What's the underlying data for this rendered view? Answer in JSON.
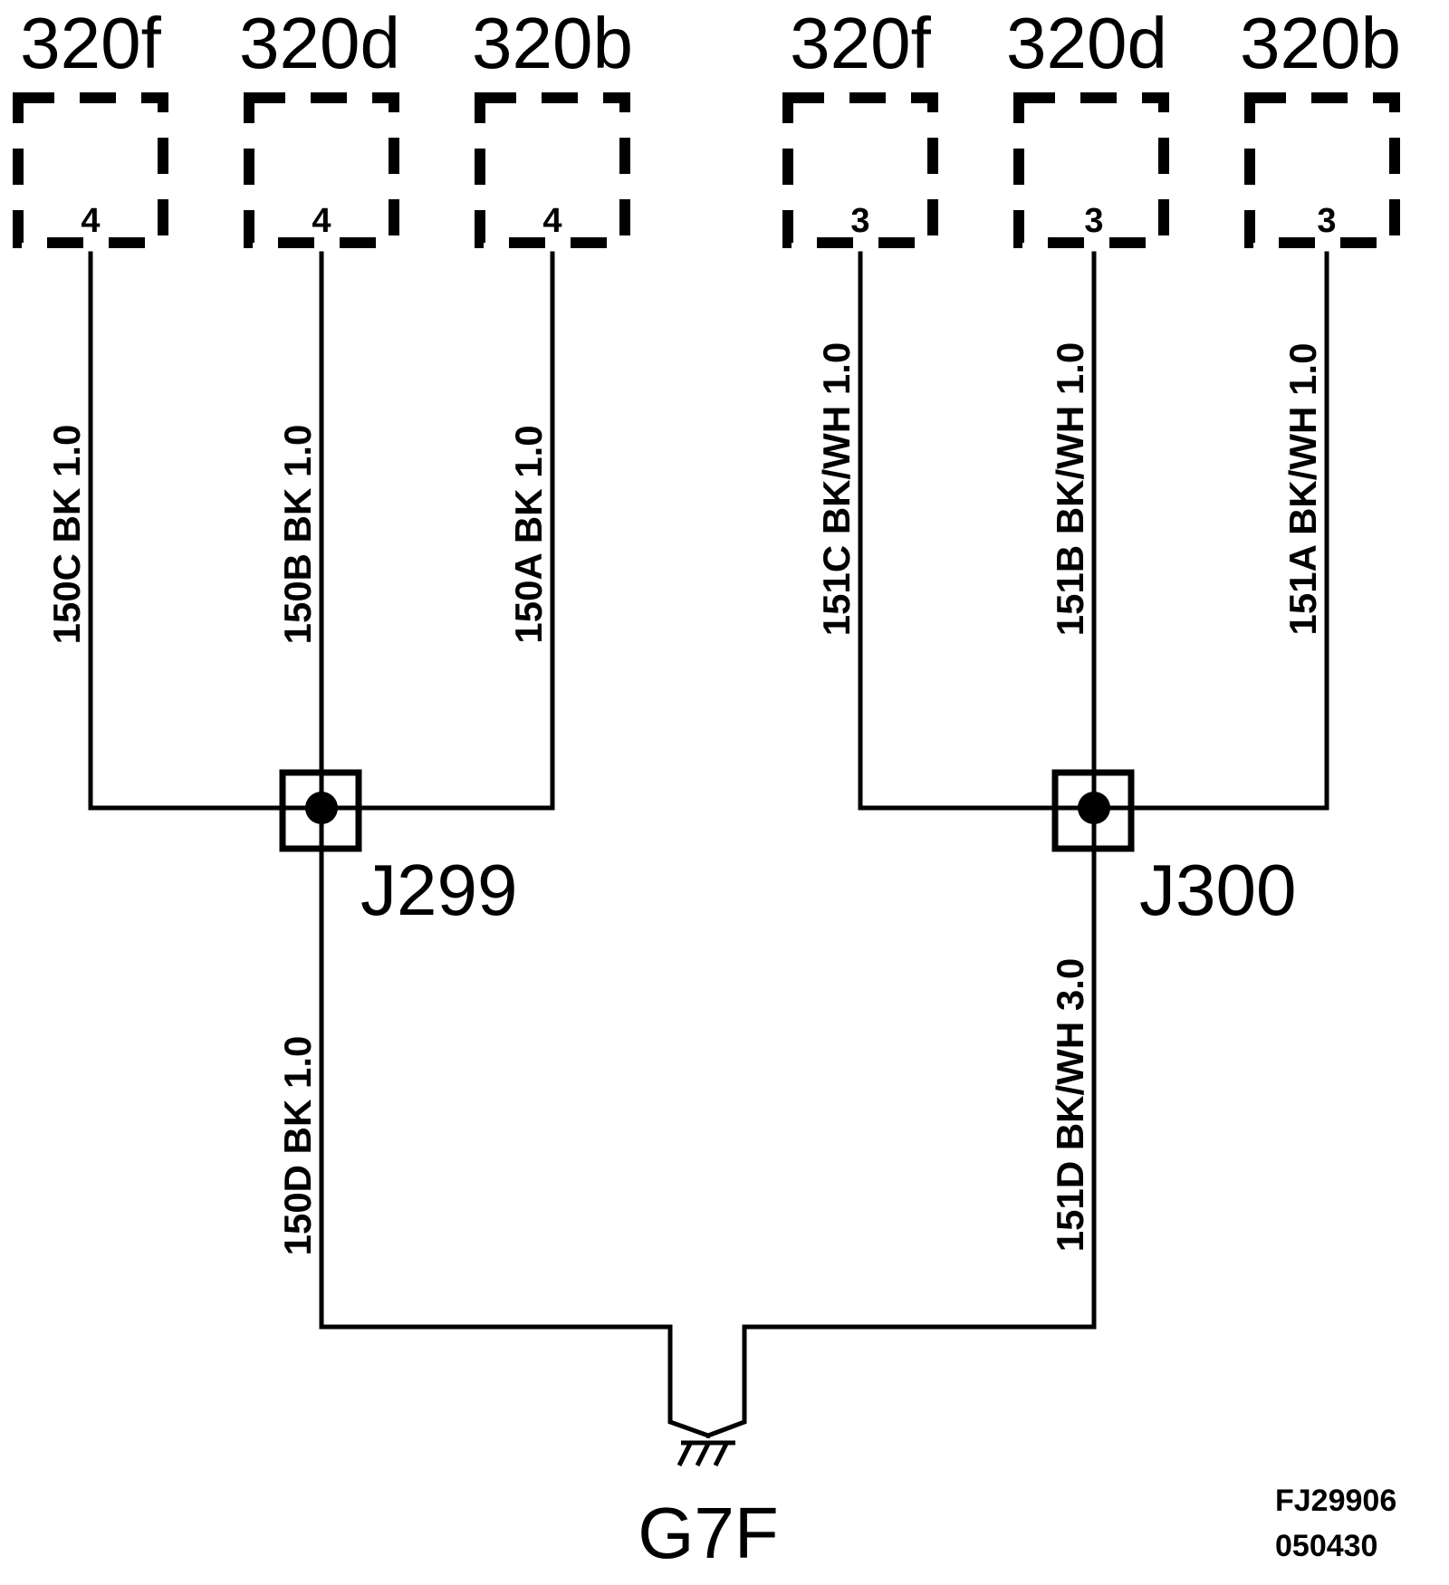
{
  "connectors": [
    {
      "name": "320f",
      "pin": "4"
    },
    {
      "name": "320d",
      "pin": "4"
    },
    {
      "name": "320b",
      "pin": "4"
    },
    {
      "name": "320f",
      "pin": "3"
    },
    {
      "name": "320d",
      "pin": "3"
    },
    {
      "name": "320b",
      "pin": "3"
    }
  ],
  "wires": [
    {
      "label": "150C  BK  1.0"
    },
    {
      "label": "150B  BK  1.0"
    },
    {
      "label": "150A  BK  1.0"
    },
    {
      "label": "151C  BK/WH  1.0"
    },
    {
      "label": "151B  BK/WH  1.0"
    },
    {
      "label": "151A  BK/WH  1.0"
    },
    {
      "label": "150D  BK  1.0"
    },
    {
      "label": "151D BK/WH  3.0"
    }
  ],
  "splices": [
    {
      "name": "J299"
    },
    {
      "name": "J300"
    }
  ],
  "ground": {
    "name": "G7F"
  },
  "drawing_code": {
    "line1": "FJ29906",
    "line2": "050430"
  },
  "colors": {
    "ink": "#000000",
    "background": "#ffffff"
  }
}
